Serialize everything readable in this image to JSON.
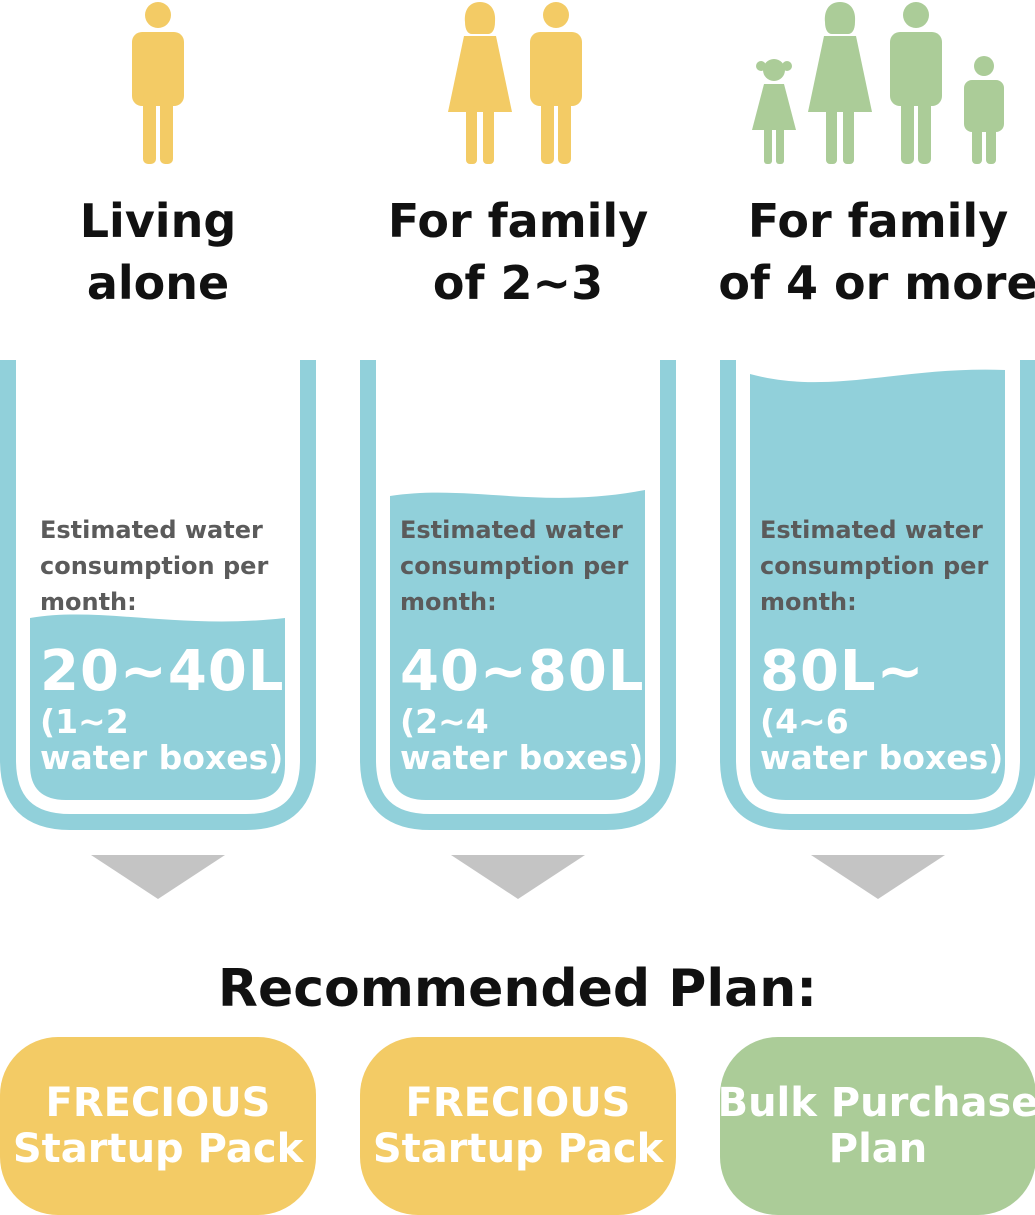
{
  "colors": {
    "yellow": "#f3cb65",
    "green": "#abcc98",
    "water": "#91d0da",
    "arrow": "#c4c4c4",
    "text_dark": "#111111",
    "text_grey": "#5b5b5b"
  },
  "columns": [
    {
      "title_line1": "Living",
      "title_line2": "alone",
      "consumption_label": "Estimated water consumption per month:",
      "amount": "20~40L",
      "boxes_line1": "(1~2",
      "boxes_line2": "water boxes)",
      "water_level": 0.55,
      "figures": [
        "adult-person-icon"
      ]
    },
    {
      "title_line1": "For family",
      "title_line2": "of 2~3",
      "consumption_label": "Estimated water consumption per month:",
      "amount": "40~80L",
      "boxes_line1": "(2~4",
      "boxes_line2": "water boxes)",
      "water_level": 0.78,
      "figures": [
        "woman-icon",
        "man-icon"
      ]
    },
    {
      "title_line1": "For family",
      "title_line2": "of 4 or more",
      "consumption_label": "Estimated water consumption per month:",
      "amount": "80L~",
      "boxes_line1": "(4~6",
      "boxes_line2": "water boxes)",
      "water_level": 0.95,
      "figures": [
        "girl-icon",
        "woman-icon",
        "man-icon",
        "boy-icon"
      ]
    }
  ],
  "recommended_heading": "Recommended Plan:",
  "plans": [
    {
      "line1": "FRECIOUS",
      "line2": "Startup Pack",
      "color": "#f3cb65"
    },
    {
      "line1": "FRECIOUS",
      "line2": "Startup Pack",
      "color": "#f3cb65"
    },
    {
      "line1": "Bulk Purchase",
      "line2": "Plan",
      "color": "#abcc98"
    }
  ]
}
